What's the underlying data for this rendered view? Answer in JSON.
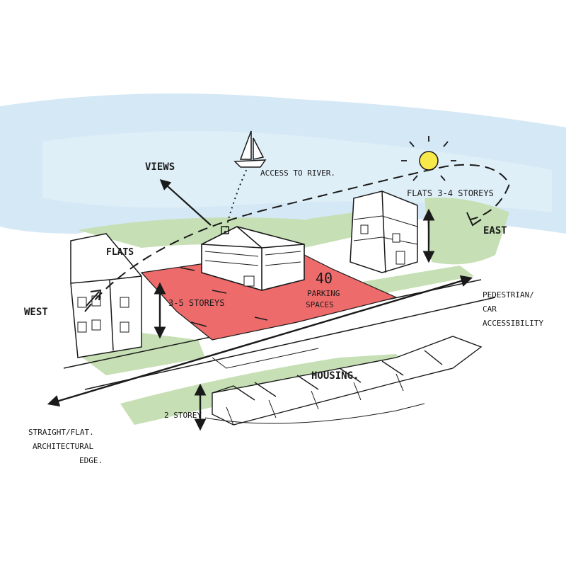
{
  "labels": {
    "views": "VIEWS",
    "access_to_river": "ACCESS TO RIVER.",
    "flats_east": "FLATS 3-4 STOREYS",
    "east": "EAST",
    "flats_west": "FLATS",
    "west": "WEST",
    "storeys_3_5": "3-5 STOREYS",
    "parking_number": "40",
    "parking_line1": "PARKING",
    "parking_line2": "SPACES",
    "pedestrian_line1": "PEDESTRIAN/",
    "pedestrian_line2": "CAR",
    "pedestrian_line3": "ACCESSIBILITY",
    "housing": "HOUSING.",
    "storey_2": "2 STOREY",
    "edge_line1": "STRAIGHT/FLAT.",
    "edge_line2": "ARCHITECTURAL",
    "edge_line3": "EDGE."
  },
  "colors": {
    "sky": "#cfe6f4",
    "green": "#c6dfb4",
    "parking": "#ee6b6b",
    "sun": "#f7e94a",
    "ink": "#1a1a1a"
  },
  "icons": [
    "sun-icon",
    "sailboat-icon",
    "north-arrow-icon"
  ]
}
